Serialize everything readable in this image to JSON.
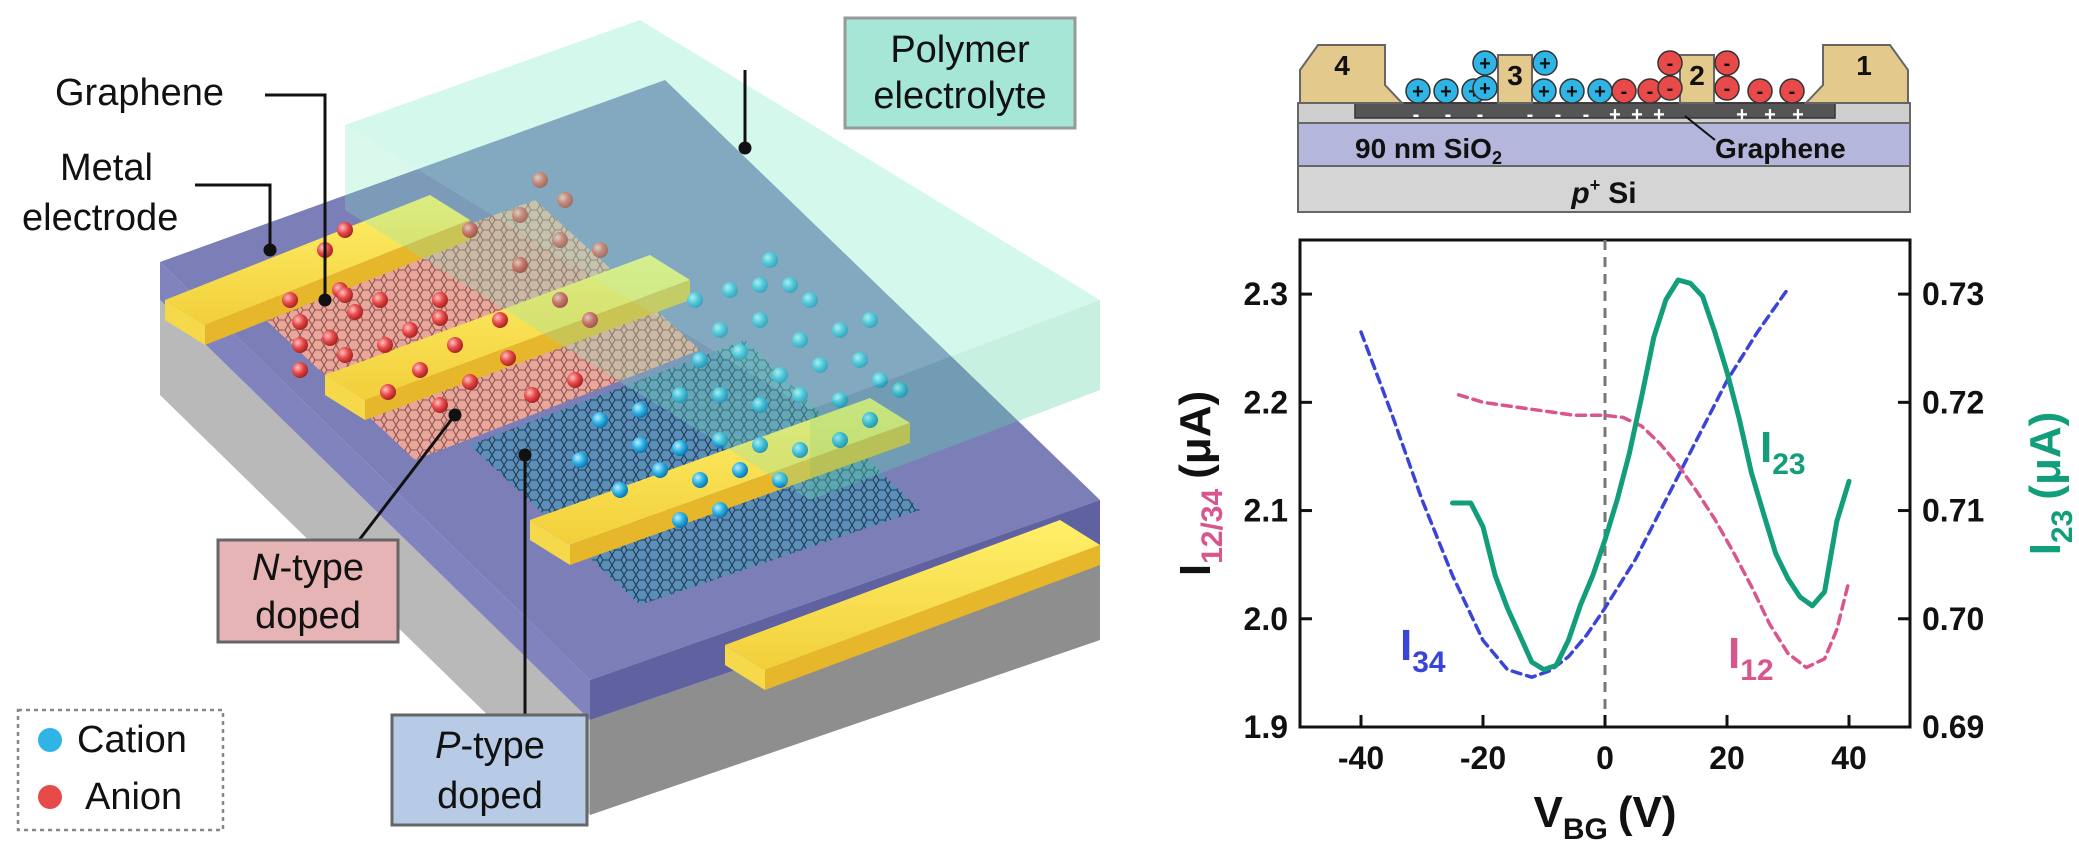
{
  "labels": {
    "polymer_1": "Polymer",
    "polymer_2": "electrolyte",
    "graphene": "Graphene",
    "metal_1": "Metal",
    "metal_2": "electrode",
    "ntype_1": "-type",
    "ntype_n": "N",
    "ntype_2": "doped",
    "ptype_1": "-type",
    "ptype_p": "P",
    "ptype_2": "doped",
    "legend_cation": "Cation",
    "legend_anion": "Anion"
  },
  "cross_section": {
    "electrodes": [
      "4",
      "3",
      "2",
      "1"
    ],
    "oxide_label": "90 nm SiO",
    "oxide_sub": "2",
    "graphene_label": "Graphene",
    "substrate_label": "Si",
    "substrate_prefix": "p",
    "substrate_sup": "+",
    "plus": "+",
    "minus": "-"
  },
  "colors": {
    "cation": "#2fb4e6",
    "anion": "#e84a4a",
    "electrode": "#f3e25d",
    "oxide": "#7c7eb8",
    "i34": "#3a45d8",
    "i12": "#d9558e",
    "i23": "#129e7a"
  },
  "chart_data": {
    "type": "line",
    "xlabel_main": "V",
    "xlabel_sub": "BG",
    "xlabel_unit": "(V)",
    "ylabel_left_main": "I",
    "ylabel_left_sub": "12/34",
    "ylabel_left_unit": "(μA)",
    "ylabel_right_main": "I",
    "ylabel_right_sub": "23",
    "ylabel_right_unit": "(μA)",
    "xlim": [
      -50,
      50
    ],
    "ylim_left": [
      1.9,
      2.35
    ],
    "ylim_right": [
      0.69,
      0.735
    ],
    "x_ticks": [
      -40,
      -20,
      0,
      20,
      40
    ],
    "y_left_ticks": [
      "1.9",
      "2.0",
      "2.1",
      "2.2",
      "2.3"
    ],
    "y_right_ticks": [
      "0.69",
      "0.70",
      "0.71",
      "0.72",
      "0.73"
    ],
    "series": [
      {
        "name": "I",
        "sub": "34",
        "axis": "left",
        "style": "dashed",
        "x": [
          -40,
          -35,
          -30,
          -25,
          -20,
          -16,
          -12,
          -9,
          -6,
          -3,
          0,
          5,
          10,
          15,
          20,
          25,
          30
        ],
        "values": [
          2.265,
          2.19,
          2.11,
          2.04,
          1.98,
          1.953,
          1.946,
          1.952,
          1.965,
          1.985,
          2.01,
          2.055,
          2.11,
          2.165,
          2.22,
          2.265,
          2.305
        ]
      },
      {
        "name": "I",
        "sub": "12",
        "axis": "left",
        "style": "dashed",
        "x": [
          -24,
          -20,
          -15,
          -10,
          -5,
          0,
          3,
          6,
          9,
          12,
          15,
          18,
          21,
          24,
          27,
          30,
          33,
          36,
          38,
          40
        ],
        "values": [
          2.207,
          2.2,
          2.196,
          2.192,
          2.188,
          2.188,
          2.186,
          2.178,
          2.162,
          2.142,
          2.118,
          2.092,
          2.062,
          2.03,
          1.995,
          1.968,
          1.955,
          1.963,
          1.99,
          2.035
        ]
      },
      {
        "name": "I",
        "sub": "23",
        "axis": "right",
        "style": "solid",
        "x": [
          -25,
          -22,
          -20,
          -18,
          -16,
          -14,
          -12,
          -10,
          -8,
          -6,
          -4,
          -2,
          0,
          2,
          4,
          6,
          8,
          10,
          12,
          14,
          16,
          18,
          20,
          22,
          24,
          26,
          28,
          30,
          32,
          34,
          36,
          38,
          40
        ],
        "values": [
          0.7107,
          0.7107,
          0.7085,
          0.704,
          0.701,
          0.6985,
          0.696,
          0.6953,
          0.6957,
          0.698,
          0.7013,
          0.704,
          0.7073,
          0.711,
          0.7153,
          0.7205,
          0.726,
          0.7295,
          0.7313,
          0.731,
          0.7298,
          0.7265,
          0.7228,
          0.7185,
          0.7135,
          0.7097,
          0.706,
          0.7037,
          0.702,
          0.7012,
          0.7025,
          0.709,
          0.7127
        ]
      }
    ]
  }
}
